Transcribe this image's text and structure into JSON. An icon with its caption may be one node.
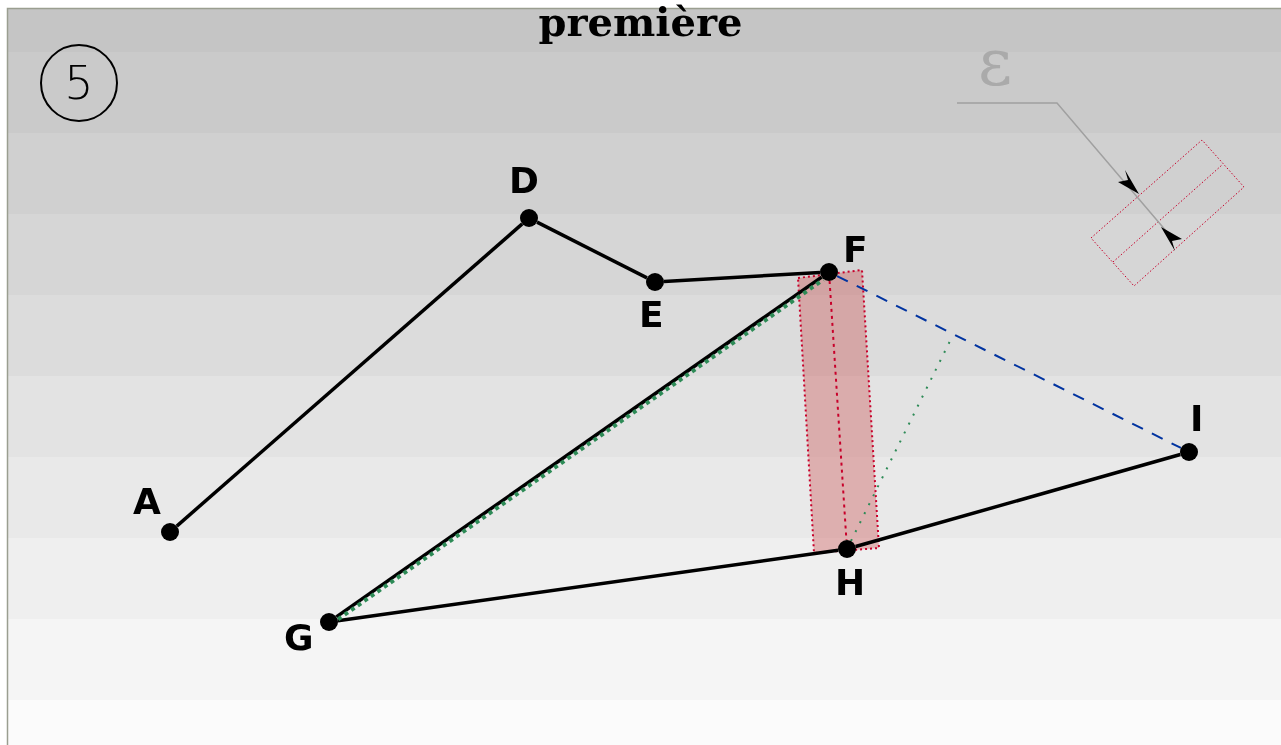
{
  "diagram": {
    "title": "première",
    "nodes": [
      {
        "text": [
          "5"
        ]
      },
      {
        "text": [],
        "shape": "circle",
        "beside": [
          "A"
        ]
      },
      {
        "text": [],
        "shape": "circle",
        "beside": [
          "D"
        ]
      },
      {
        "text": [],
        "shape": "circle",
        "beside": [
          "E"
        ]
      },
      {
        "text": [],
        "shape": "circle",
        "beside": [
          "F"
        ]
      },
      {
        "text": [],
        "shape": "circle",
        "beside": [
          "G"
        ]
      },
      {
        "text": [],
        "shape": "circle",
        "beside": [
          "H"
        ]
      },
      {
        "text": [],
        "shape": "circle",
        "beside": [
          "I"
        ]
      }
    ],
    "edges": [
      {
        "from": 1,
        "to": 2,
        "arrow": "none"
      },
      {
        "from": 2,
        "to": 3,
        "arrow": "none"
      },
      {
        "from": 3,
        "to": 4,
        "arrow": "none"
      },
      {
        "from": 4,
        "to": 5,
        "arrow": "none"
      },
      {
        "from": 5,
        "to": 6,
        "arrow": "none"
      },
      {
        "from": 6,
        "to": 7,
        "arrow": "none"
      },
      {
        "from": 5,
        "to": 4,
        "arrow": "none",
        "style": "dashed",
        "color": "#2e8b57"
      },
      {
        "from": 4,
        "to": 7,
        "arrow": "none",
        "style": "dashed",
        "color": "#0033a0"
      },
      {
        "from": 4,
        "to": 6,
        "arrow": "none",
        "style": "dashed",
        "color": "#c8002a"
      },
      {
        "from": 6,
        "to": null,
        "arrow": "none",
        "style": "dashed",
        "color": "#2e8b57"
      }
    ],
    "labels": [
      "ε"
    ]
  }
}
